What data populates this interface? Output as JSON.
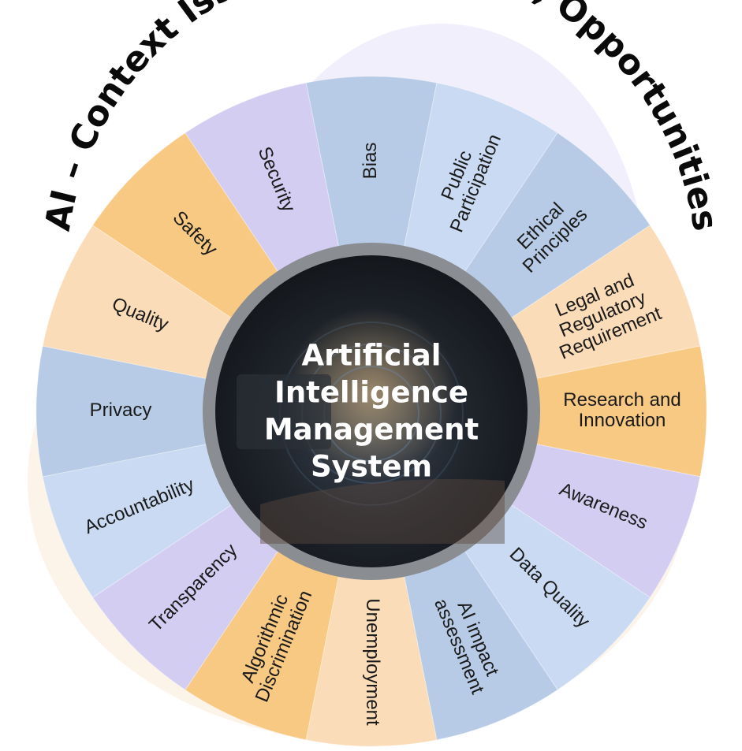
{
  "title": "AI – Context Issues, Challenges, Opportunities",
  "center": {
    "lines": [
      "Artificial",
      "Intelligence",
      "Management",
      "System"
    ]
  },
  "colors": {
    "blue": "#b7cbe6",
    "purple": "#d3cdf2",
    "light_blue": "#c9daf2",
    "orange": "#f8c982",
    "peach": "#fbdcb8",
    "ring": "#8a8d91",
    "center_dark": "#1c2026"
  },
  "segments": [
    {
      "lines": [
        "Bias"
      ],
      "color": "blue"
    },
    {
      "lines": [
        "Public",
        "Participation"
      ],
      "color": "light_blue"
    },
    {
      "lines": [
        "Ethical",
        "Principles"
      ],
      "color": "blue"
    },
    {
      "lines": [
        "Legal and",
        "Regulatory",
        "Requirement"
      ],
      "color": "peach"
    },
    {
      "lines": [
        "Research and",
        "Innovation"
      ],
      "color": "orange"
    },
    {
      "lines": [
        "Awareness"
      ],
      "color": "purple"
    },
    {
      "lines": [
        "Data Quality"
      ],
      "color": "light_blue"
    },
    {
      "lines": [
        "AI impact",
        "assessment"
      ],
      "color": "blue"
    },
    {
      "lines": [
        "Unemployment"
      ],
      "color": "peach"
    },
    {
      "lines": [
        "Algorithmic",
        "Discrimination"
      ],
      "color": "orange"
    },
    {
      "lines": [
        "Transparency"
      ],
      "color": "purple"
    },
    {
      "lines": [
        "Accountability"
      ],
      "color": "light_blue"
    },
    {
      "lines": [
        "Privacy"
      ],
      "color": "blue"
    },
    {
      "lines": [
        "Quality"
      ],
      "color": "peach"
    },
    {
      "lines": [
        "Safety"
      ],
      "color": "orange"
    },
    {
      "lines": [
        "Security"
      ],
      "color": "purple"
    }
  ]
}
